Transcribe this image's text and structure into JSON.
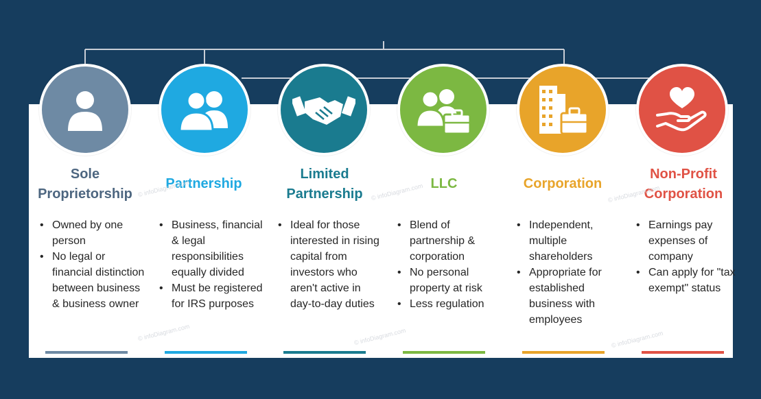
{
  "watermark": "© infoDiagram.com",
  "colors": {
    "background": "#163d5e",
    "panel": "#ffffff",
    "connector": "#c9ced6",
    "sole": "#6e8aa4",
    "partnership": "#1fa9e1",
    "limited": "#1a7b8f",
    "llc": "#7cb842",
    "corporation": "#e8a42a",
    "nonprofit": "#e05245"
  },
  "columns": [
    {
      "key": "sole",
      "icon": "person-icon",
      "title_lines": [
        "Sole",
        "Proprietorship"
      ],
      "bullets": [
        "Owned by one person",
        "No legal or financial distinction between business & business owner"
      ]
    },
    {
      "key": "partnership",
      "icon": "two-people-icon",
      "title_lines": [
        "Partnership"
      ],
      "bullets": [
        "Business, financial & legal responsibilities equally divided",
        "Must be registered for IRS purposes"
      ]
    },
    {
      "key": "limited",
      "icon": "handshake-icon",
      "title_lines": [
        "Limited",
        "Partnership"
      ],
      "bullets": [
        "Ideal for those interested in rising capital from investors who aren't active in day-to-day duties"
      ]
    },
    {
      "key": "llc",
      "icon": "people-briefcase-icon",
      "title_lines": [
        "LLC"
      ],
      "bullets": [
        "Blend of partnership & corporation",
        "No personal property at risk",
        "Less regulation"
      ]
    },
    {
      "key": "corporation",
      "icon": "building-briefcase-icon",
      "title_lines": [
        "Corporation"
      ],
      "bullets": [
        "Independent, multiple shareholders",
        "Appropriate for established business with employees"
      ]
    },
    {
      "key": "nonprofit",
      "icon": "hand-heart-icon",
      "title_lines": [
        "Non-Profit",
        "Corporation"
      ],
      "bullets": [
        "Earnings pay expenses of company",
        "Can apply for \"tax exempt\" status"
      ]
    }
  ]
}
